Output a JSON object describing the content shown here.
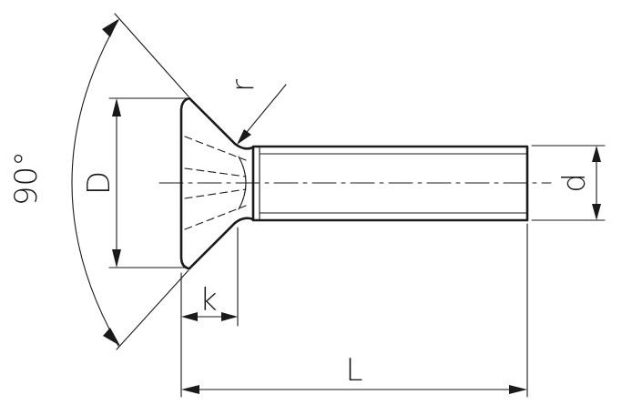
{
  "drawing": {
    "subject": "countersunk-head-screw",
    "dimensions": {
      "angle_label": "90°",
      "head_diameter_label": "D",
      "radius_label": "r",
      "thread_diameter_label": "d",
      "head_height_label": "k",
      "length_label": "L"
    }
  }
}
